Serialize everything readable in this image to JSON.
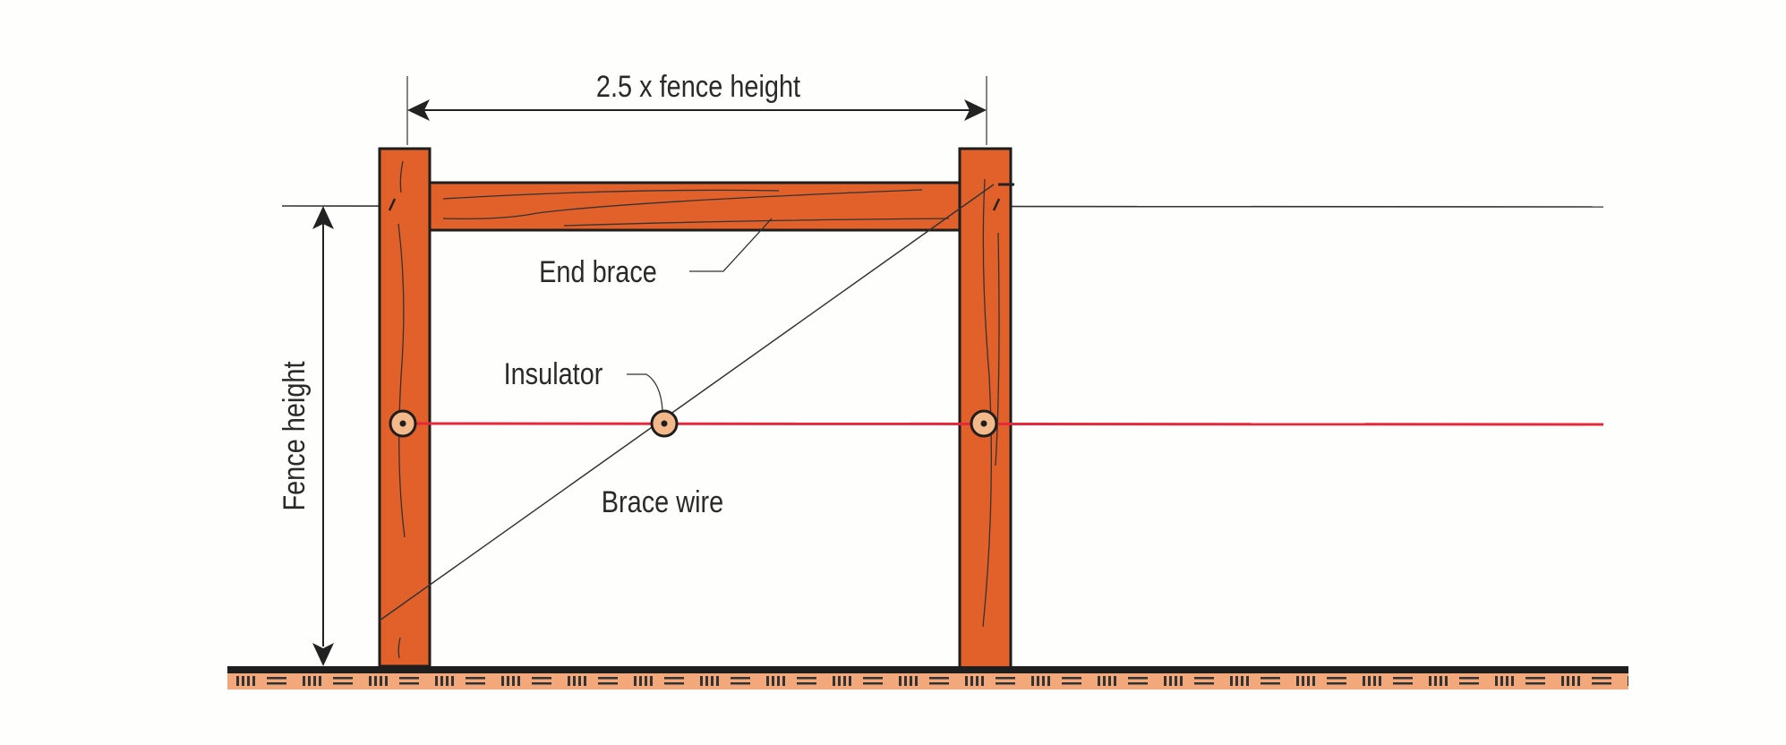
{
  "labels": {
    "span": "2.5  x  fence height",
    "fence_height": "Fence height",
    "end_brace": "End brace",
    "insulator": "Insulator",
    "brace_wire": "Brace wire"
  },
  "colors": {
    "post": "#e2602a",
    "electric_wire": "#e8283a",
    "ground": "#f2a87a",
    "outline": "#1e1e1e",
    "insulator": "#f3b98a"
  }
}
